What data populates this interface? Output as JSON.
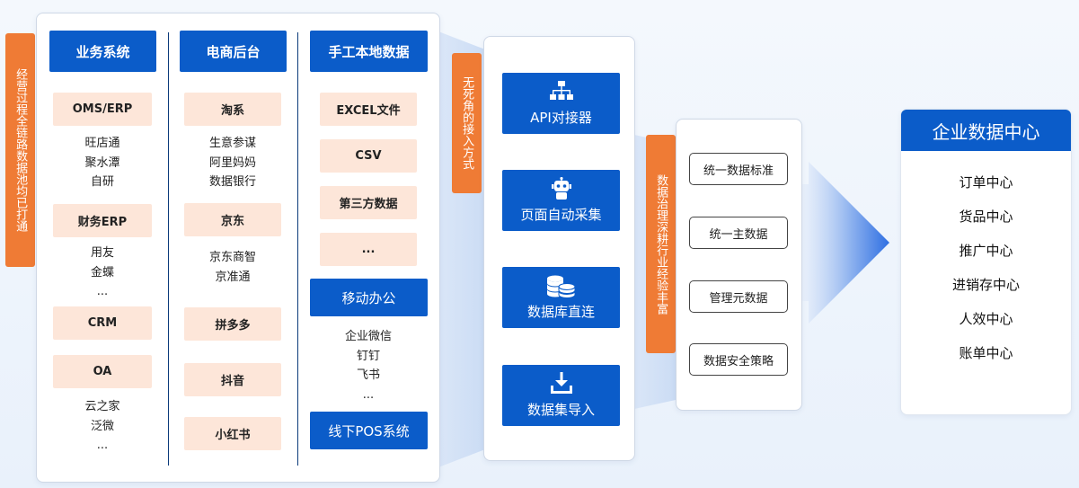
{
  "left_tab": "经营过程全链路数据池均已打通",
  "columns": {
    "business": {
      "header": "业务系统",
      "groups": [
        {
          "label": "OMS/ERP",
          "items": [
            "旺店通",
            "聚水潭",
            "自研"
          ]
        },
        {
          "label": "财务ERP",
          "items": [
            "用友",
            "金蝶",
            "..."
          ]
        },
        {
          "label": "CRM",
          "items": []
        },
        {
          "label": "OA",
          "items": [
            "云之家",
            "泛微",
            "..."
          ]
        }
      ]
    },
    "ecommerce": {
      "header": "电商后台",
      "groups": [
        {
          "label": "淘系",
          "items": [
            "生意参谋",
            "阿里妈妈",
            "数据银行"
          ]
        },
        {
          "label": "京东",
          "items": [
            "京东商智",
            "京准通"
          ]
        },
        {
          "label": "拼多多",
          "items": []
        },
        {
          "label": "抖音",
          "items": []
        },
        {
          "label": "小红书",
          "items": []
        }
      ]
    },
    "manual": {
      "header": "手工本地数据",
      "boxes": [
        "EXCEL文件",
        "CSV",
        "第三方数据",
        "..."
      ],
      "mobile_header": "移动办公",
      "mobile_items": [
        "企业微信",
        "钉钉",
        "飞书",
        "..."
      ],
      "pos_header": "线下POS系统"
    }
  },
  "access_tab": "无死角的接入方式",
  "methods": [
    {
      "label": "API对接器",
      "icon": "api-hierarchy-icon"
    },
    {
      "label": "页面自动采集",
      "icon": "robot-icon"
    },
    {
      "label": "数据库直连",
      "icon": "database-icon"
    },
    {
      "label": "数据集导入",
      "icon": "download-icon"
    }
  ],
  "gov_tab": "数据治理深耕行业经验丰富",
  "governance": [
    "统一数据标准",
    "统一主数据",
    "管理元数据",
    "数据安全策略"
  ],
  "center": {
    "title": "企业数据中心",
    "items": [
      "订单中心",
      "货品中心",
      "推广中心",
      "进销存中心",
      "人效中心",
      "账单中心"
    ]
  },
  "colors": {
    "blue": "#0b5cc9",
    "orange": "#ef7b35",
    "peach": "#fde6d9",
    "arrow_light": "#c7d9f5",
    "arrow_dark": "#2e6fe0"
  }
}
